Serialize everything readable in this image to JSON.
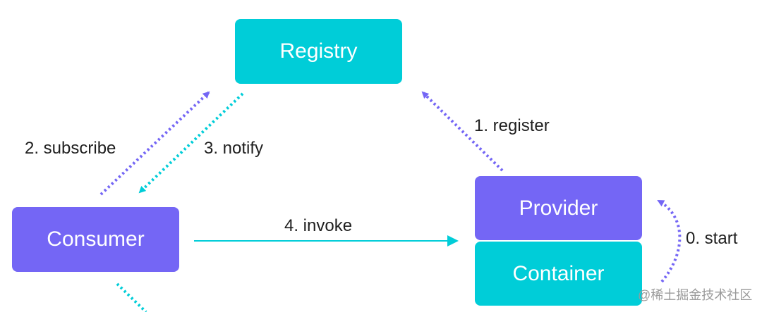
{
  "colors": {
    "teal": "#00cdd8",
    "purple": "#7466f5",
    "text": "#1f1f1f",
    "watermark": "#9a9a9a"
  },
  "nodes": {
    "registry": "Registry",
    "consumer": "Consumer",
    "provider": "Provider",
    "container": "Container"
  },
  "edges": {
    "register": "1. register",
    "subscribe": "2. subscribe",
    "notify": "3. notify",
    "invoke": "4. invoke",
    "start": "0. start"
  },
  "watermark": "@稀土掘金技术社区"
}
